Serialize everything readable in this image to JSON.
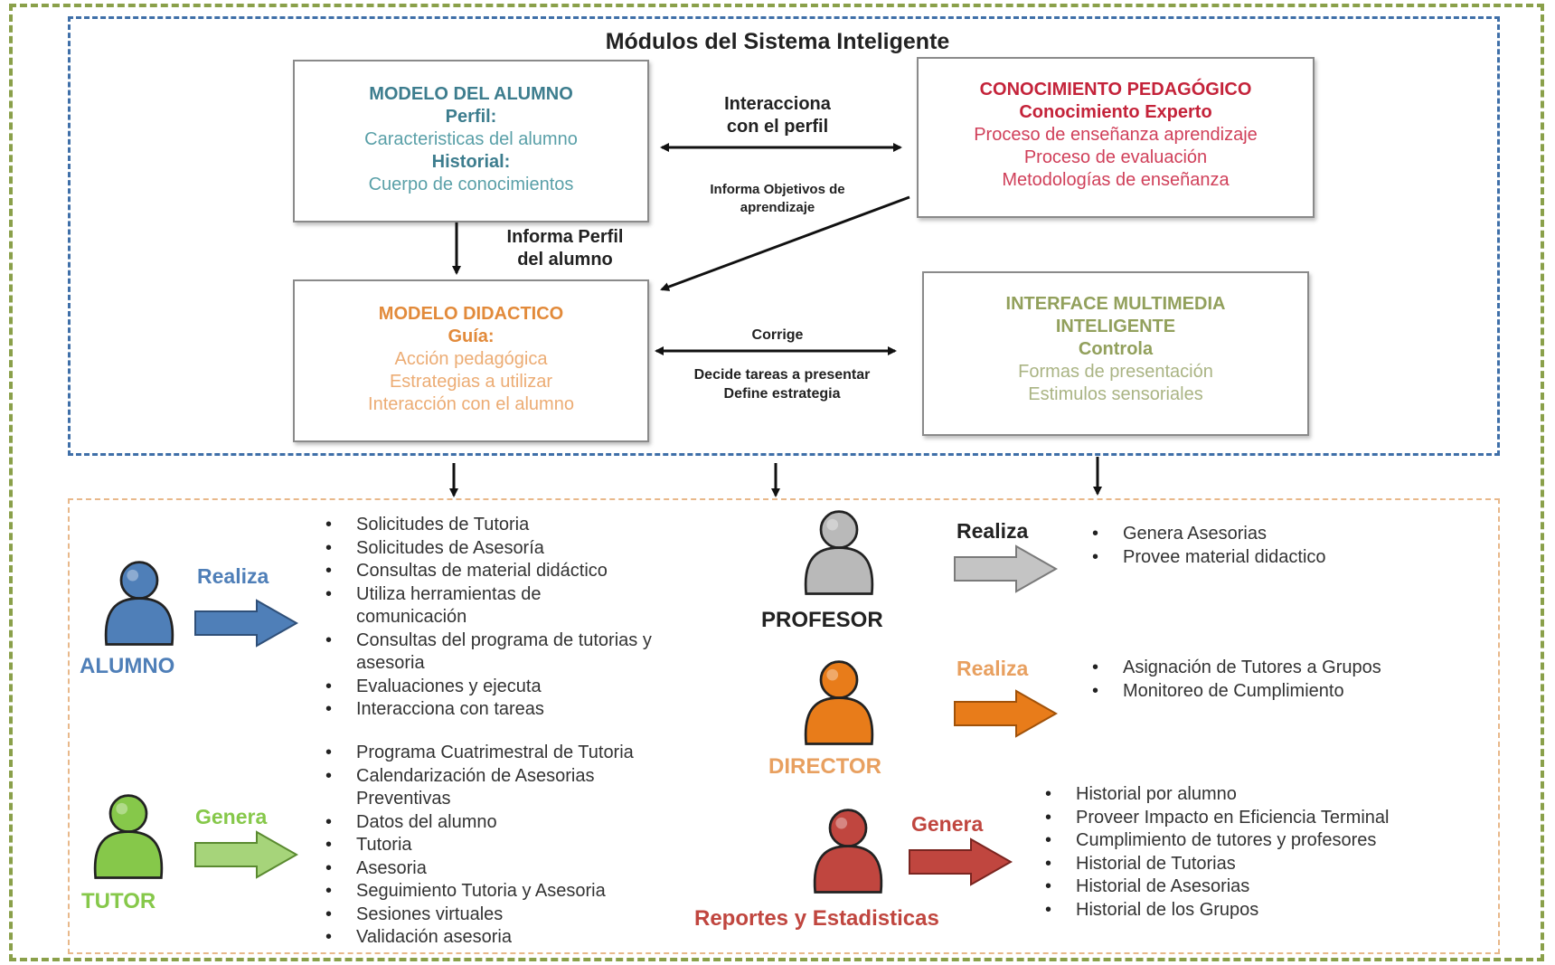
{
  "title": "Módulos del Sistema Inteligente",
  "boxes": {
    "alumno": {
      "title": "MODELO DEL ALUMNO",
      "perfil_label": "Perfil:",
      "perfil_text": "Caracteristicas del alumno",
      "historial_label": "Historial:",
      "historial_text": "Cuerpo de conocimientos"
    },
    "pedagogico": {
      "title": "CONOCIMIENTO PEDAGÓGICO",
      "subtitle": "Conocimiento Experto",
      "items": [
        "Proceso de enseñanza aprendizaje",
        "Proceso de evaluación",
        "Metodologías de enseñanza"
      ]
    },
    "didactico": {
      "title": "MODELO DIDACTICO",
      "subtitle": "Guía:",
      "items": [
        "Acción pedagógica",
        "Estrategias a utilizar",
        "Interacción con el alumno"
      ]
    },
    "interface": {
      "title_line1": "INTERFACE MULTIMEDIA",
      "title_line2": "INTELIGENTE",
      "subtitle": "Controla",
      "items": [
        "Formas de presentación",
        "Estimulos sensoriales"
      ]
    }
  },
  "connectors": {
    "interacciona_line1": "Interacciona",
    "interacciona_line2": "con el perfil",
    "informa_obj_line1": "Informa Objetivos de",
    "informa_obj_line2": "aprendizaje",
    "informa_perfil_line1": "Informa Perfil",
    "informa_perfil_line2": "del alumno",
    "corrige": "Corrige",
    "decide_line1": "Decide tareas a presentar",
    "decide_line2": "Define estrategia"
  },
  "actors": {
    "alumno": {
      "name": "ALUMNO",
      "verb": "Realiza",
      "color": "#4f7fb8",
      "items": [
        "Solicitudes de Tutoria",
        "Solicitudes de Asesoría",
        "Consultas de  material didáctico",
        "Utiliza herramientas de comunicación",
        "Consultas del  programa de tutorias y asesoria",
        "Evaluaciones y ejecuta",
        "Interacciona con tareas"
      ]
    },
    "tutor": {
      "name": "TUTOR",
      "verb": "Genera",
      "color": "#86c84a",
      "items": [
        "Programa Cuatrimestral de Tutoria",
        "Calendarización de Asesorias Preventivas",
        "Datos del alumno",
        "Tutoria",
        "Asesoria",
        "Seguimiento Tutoria y Asesoria",
        "Sesiones virtuales",
        "Validación asesoria"
      ]
    },
    "profesor": {
      "name": "PROFESOR",
      "verb": "Realiza",
      "color": "#b9b9b9",
      "items": [
        "Genera Asesorias",
        "Provee material didactico"
      ]
    },
    "director": {
      "name": "DIRECTOR",
      "verb": "Realiza",
      "color": "#e87c1a",
      "items": [
        "Asignación de Tutores a Grupos",
        "Monitoreo de Cumplimiento"
      ]
    },
    "reportes": {
      "name": "Reportes y Estadisticas",
      "verb": "Genera",
      "color": "#c0463f",
      "items": [
        "Historial por alumno",
        "Proveer Impacto en Eficiencia Terminal",
        "Cumplimiento de tutores y profesores",
        "Historial de Tutorias",
        "Historial de Asesorias",
        "Historial de los Grupos"
      ]
    }
  }
}
